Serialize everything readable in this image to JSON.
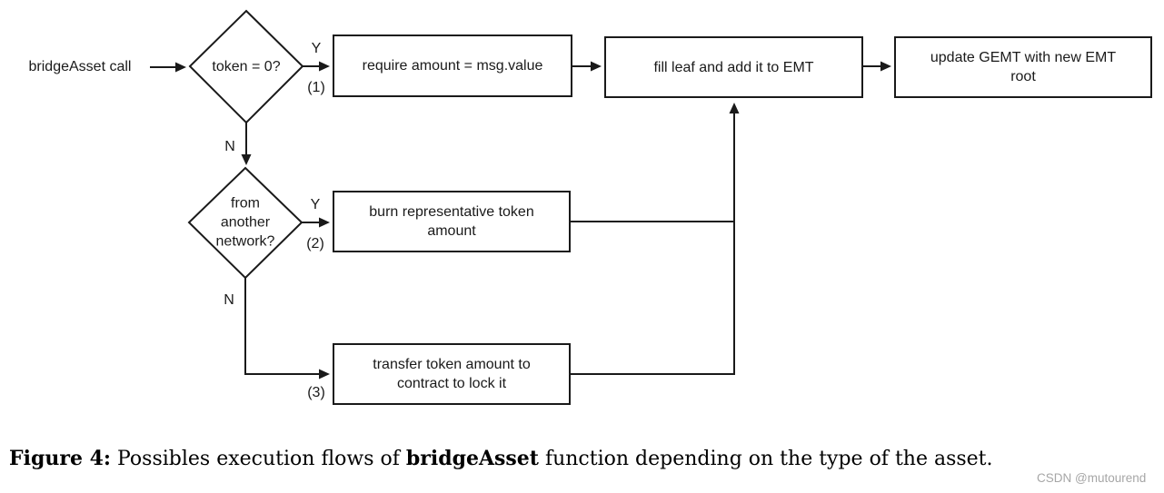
{
  "diagram": {
    "start_label": "bridgeAsset call",
    "decision_1": {
      "label": "token = 0?"
    },
    "decision_2": {
      "label": "from another network?"
    },
    "boxes": {
      "require": {
        "label": "require amount = msg.value"
      },
      "fill_leaf": {
        "label": "fill leaf and add it to EMT"
      },
      "update_gemt": {
        "label": "update GEMT with new EMT root"
      },
      "burn": {
        "label": "burn representative token amount"
      },
      "transfer": {
        "label": "transfer token amount to contract to lock it"
      }
    },
    "branch_labels": {
      "yes_1": "Y",
      "step_1": "(1)",
      "no_1": "N",
      "yes_2": "Y",
      "step_2": "(2)",
      "no_2": "N",
      "step_3": "(3)"
    }
  },
  "caption": {
    "figure_label": "Figure 4:",
    "text_before": " Possibles execution flows of ",
    "function_name": "bridgeAsset",
    "text_after": " function depending on the type of the asset."
  },
  "watermark": "CSDN @mutourend",
  "colors": {
    "line": "#1a1a1a",
    "text": "#1a1a1a",
    "background": "#ffffff",
    "watermark": "#a6a6a6"
  }
}
